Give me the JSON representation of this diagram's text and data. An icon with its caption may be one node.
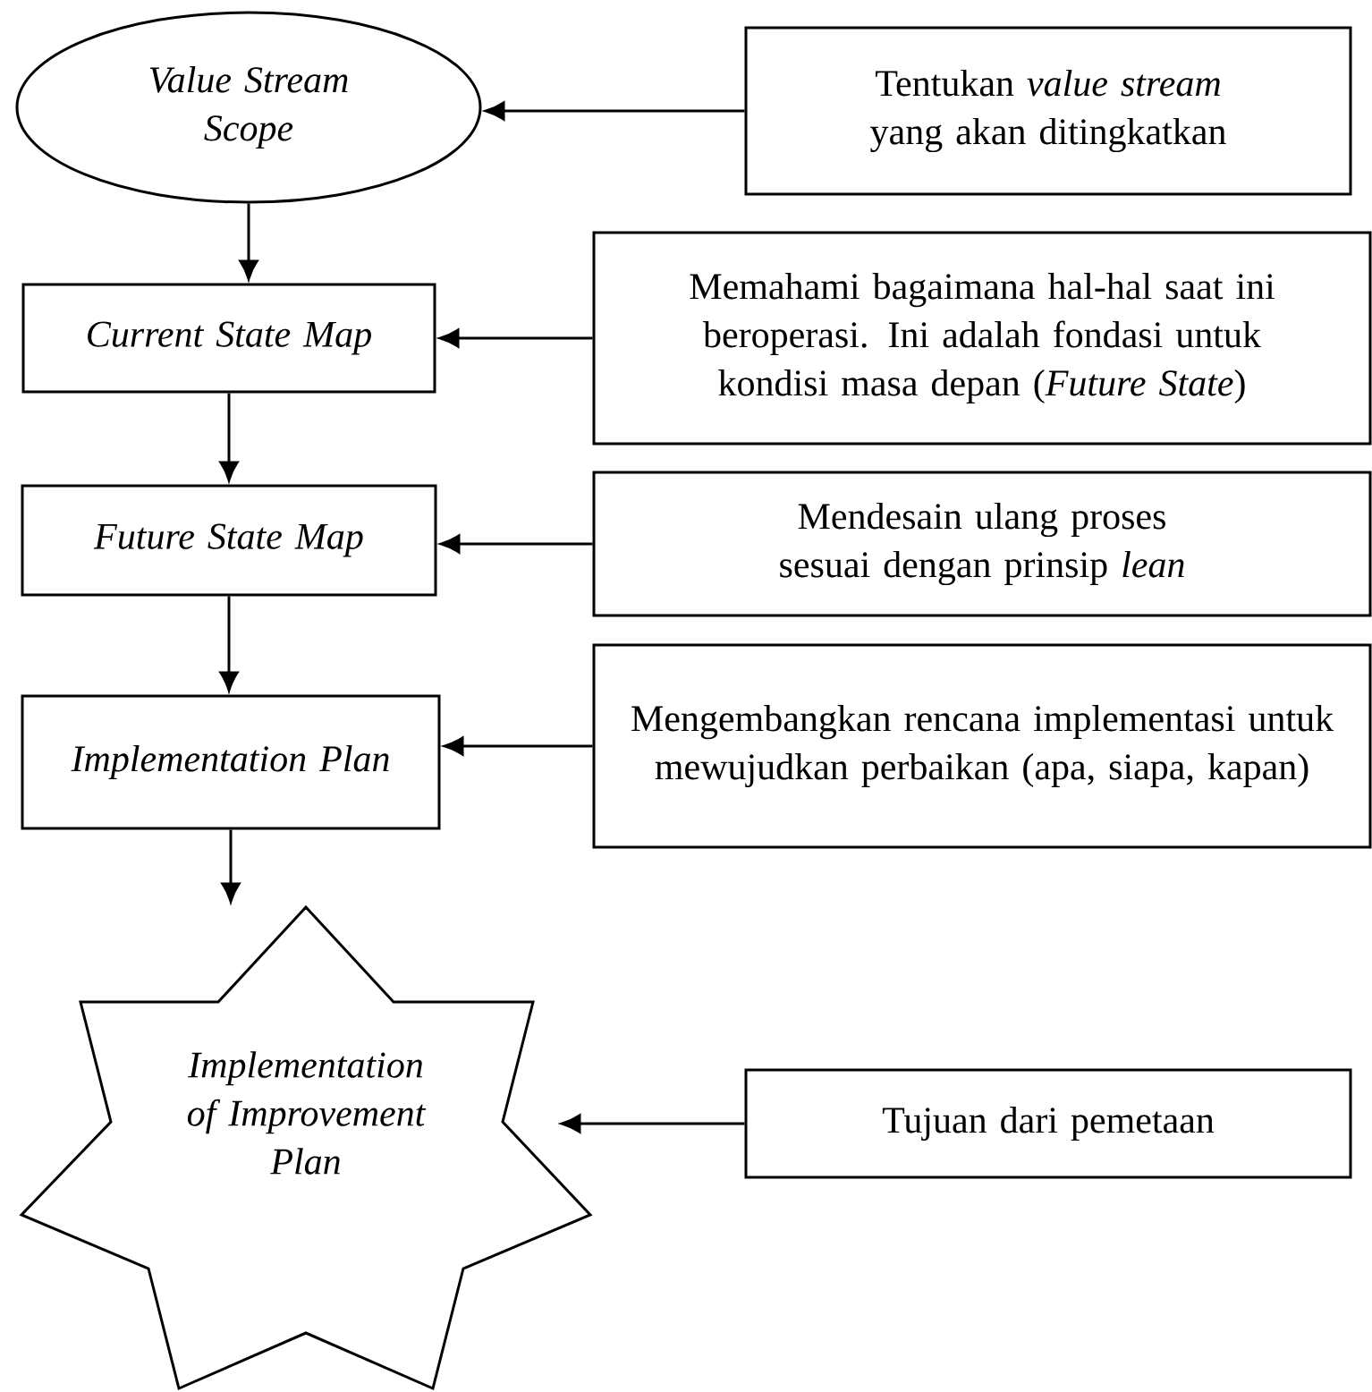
{
  "diagram": {
    "nodes": [
      {
        "text": [
          "Value Stream Scope"
        ]
      },
      {
        "text": [
          "Tentukan *value stream* yang akan ditingkatkan"
        ]
      },
      {
        "text": [
          "Current State Map"
        ]
      },
      {
        "text": [
          "Memahami bagaimana hal-hal saat ini beroperasi. Ini adalah fondasi untuk kondisi masa depan (*Future State*)"
        ]
      },
      {
        "text": [
          "Future State Map"
        ]
      },
      {
        "text": [
          "Mendesain ulang proses sesuai dengan prinsip *lean*"
        ]
      },
      {
        "text": [
          "Implementation Plan"
        ]
      },
      {
        "text": [
          "Mengembangkan rencana implementasi untuk mewujudkan perbaikan (apa, siapa, kapan)"
        ]
      },
      {
        "text": [
          "Implementation of Improvement Plan"
        ]
      },
      {
        "text": [
          "Tujuan dari pemetaan"
        ]
      }
    ],
    "edges": [
      {
        "from": 1,
        "to": 0,
        "arrow": "to"
      },
      {
        "from": 0,
        "to": 2,
        "arrow": "to"
      },
      {
        "from": 3,
        "to": 2,
        "arrow": "to"
      },
      {
        "from": 2,
        "to": 4,
        "arrow": "to"
      },
      {
        "from": 5,
        "to": 4,
        "arrow": "to"
      },
      {
        "from": 4,
        "to": 6,
        "arrow": "to"
      },
      {
        "from": 7,
        "to": 6,
        "arrow": "to"
      },
      {
        "from": 6,
        "to": 8,
        "arrow": "to"
      },
      {
        "from": 9,
        "to": 8,
        "arrow": "to"
      }
    ]
  }
}
